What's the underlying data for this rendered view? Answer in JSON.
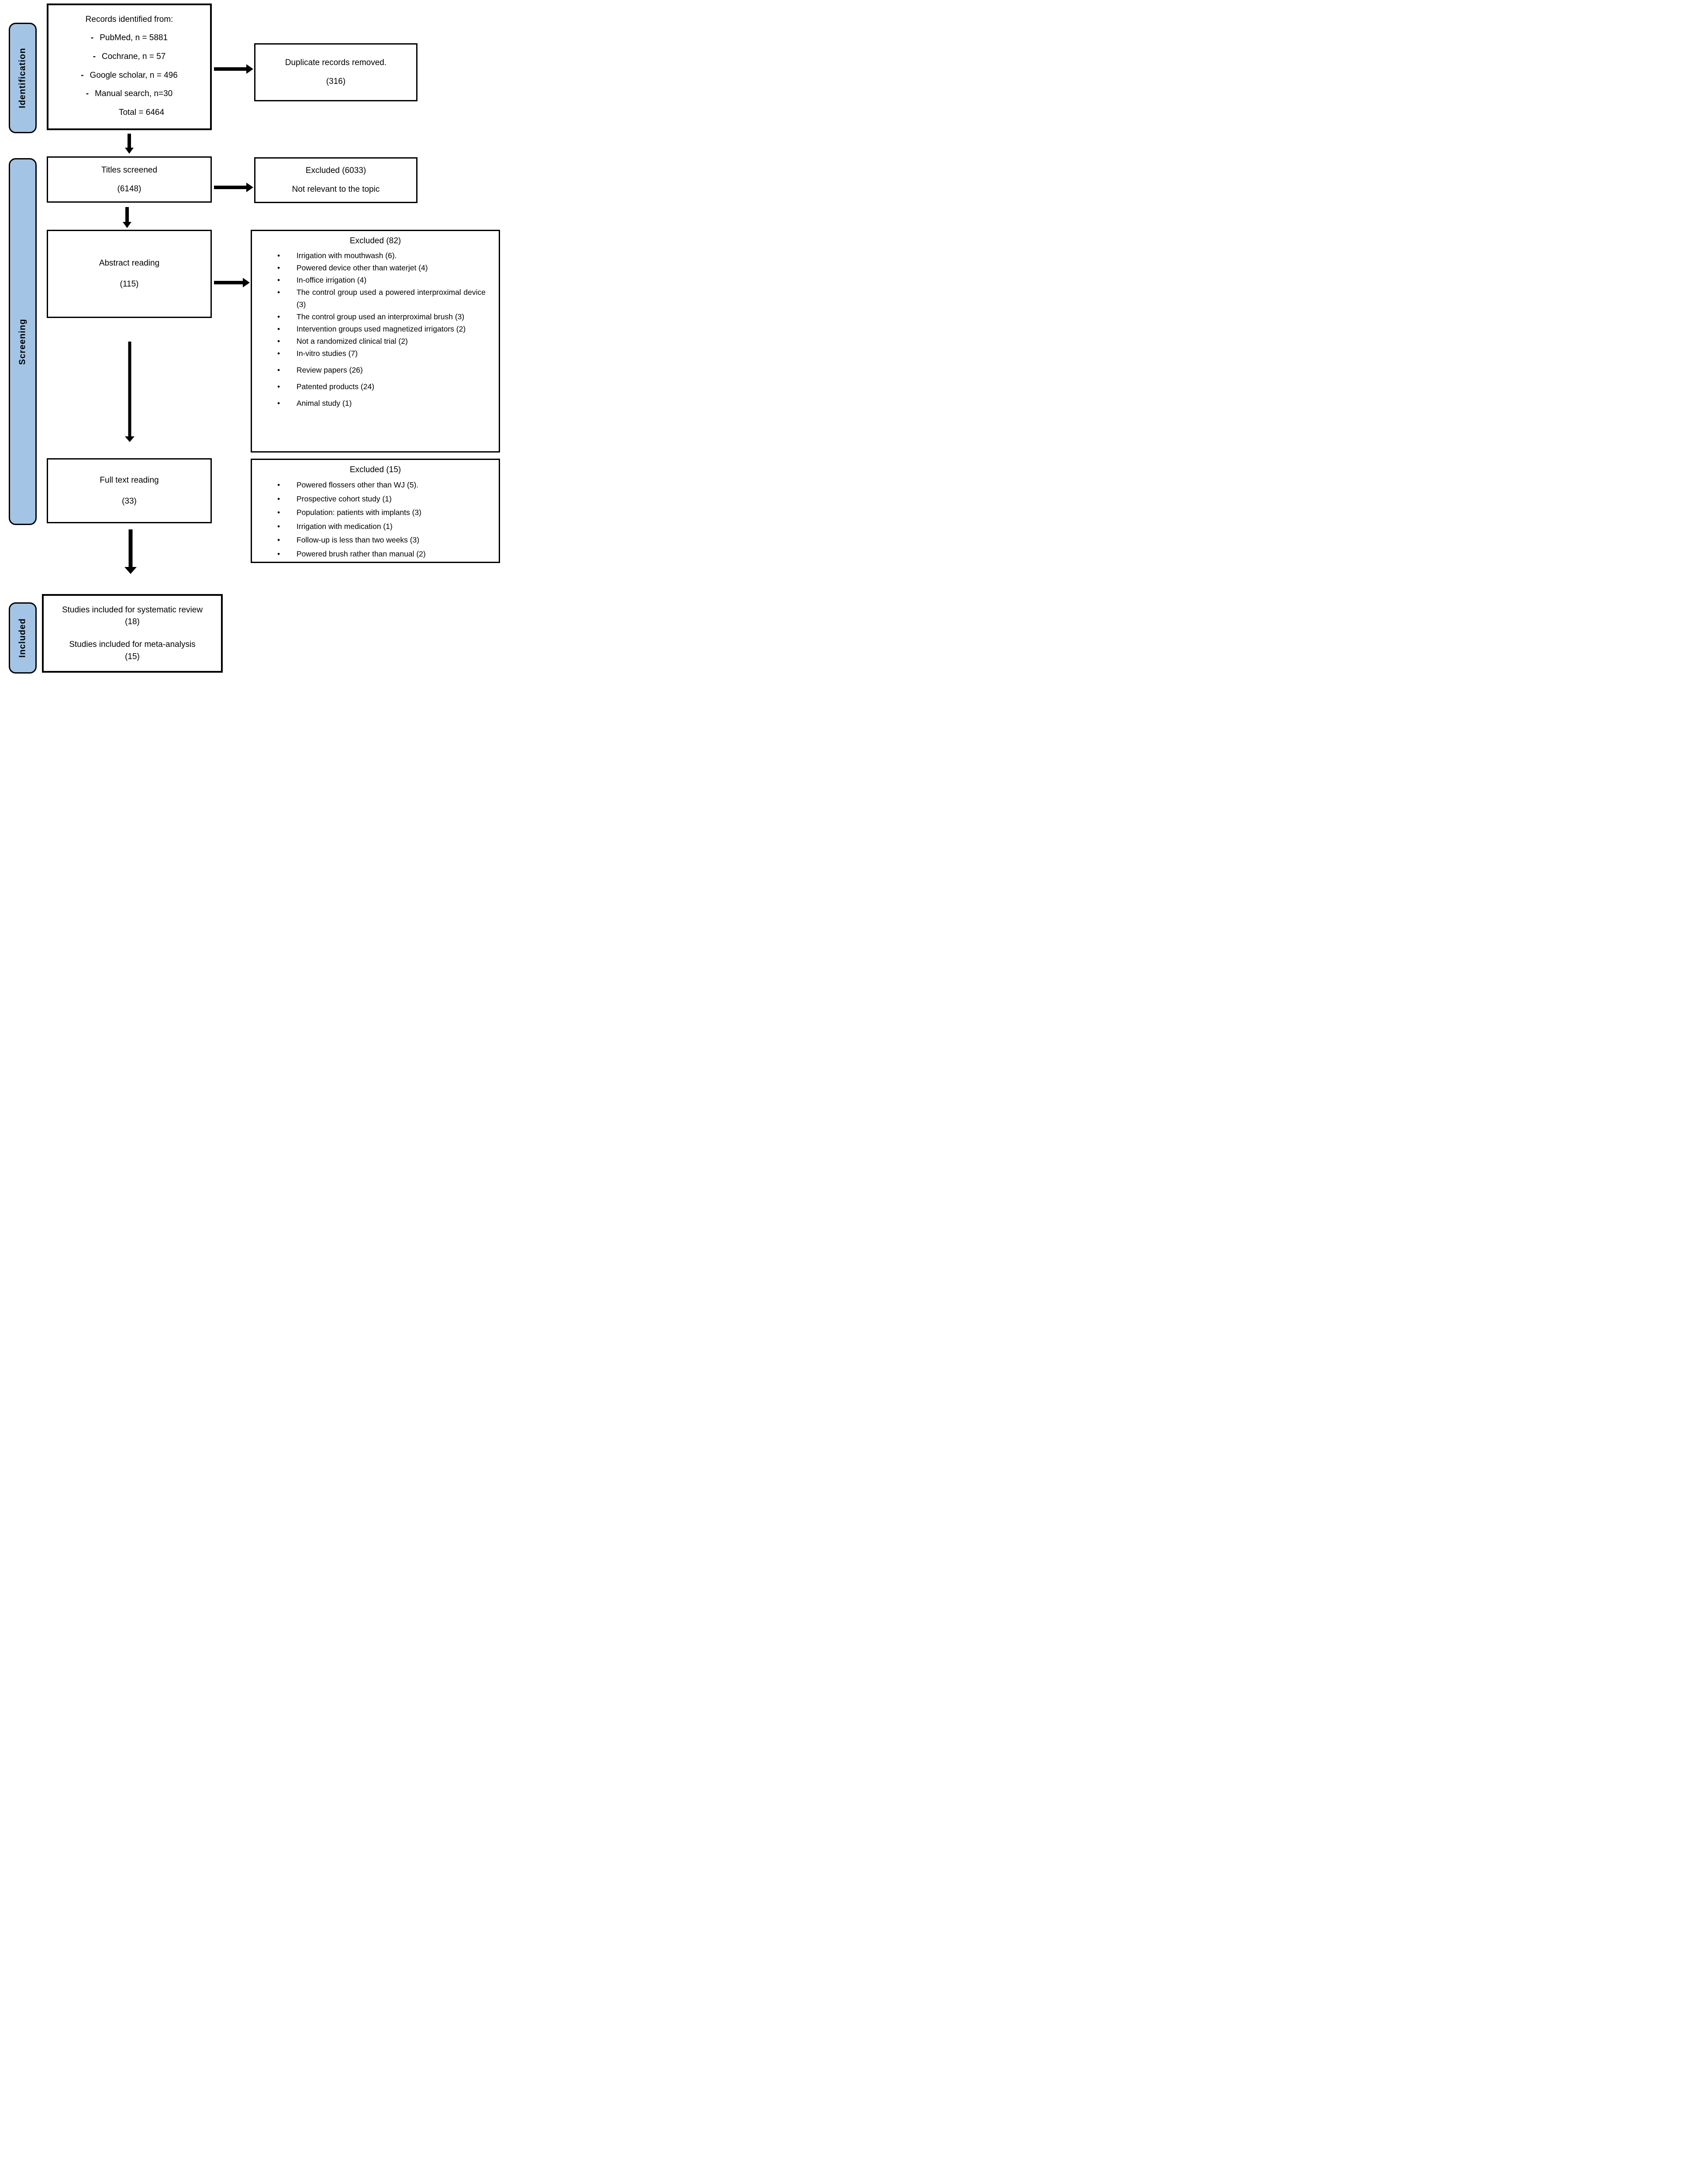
{
  "diagram": {
    "stages": [
      {
        "label": "Identification"
      },
      {
        "label": "Screening"
      },
      {
        "label": "Included"
      }
    ],
    "records_box": {
      "title": "Records identified from:",
      "items": [
        "PubMed, n = 5881",
        "Cochrane, n = 57",
        "Google scholar, n = 496",
        "Manual search, n=30"
      ],
      "total": "Total = 6464"
    },
    "duplicates_box": {
      "line1": "Duplicate records removed.",
      "line2": "(316)"
    },
    "titles_box": {
      "line1": "Titles screened",
      "line2": "(6148)"
    },
    "excluded_titles_box": {
      "line1": "Excluded (6033)",
      "line2": "Not relevant to the topic"
    },
    "abstract_box": {
      "line1": "Abstract reading",
      "line2": "(115)"
    },
    "excluded_abstract_box": {
      "title": "Excluded (82)",
      "items": [
        "Irrigation with mouthwash (6).",
        "Powered device other than waterjet (4)",
        "In-office irrigation (4)",
        "The control group used a powered interproximal device (3)",
        "The control group used an interproximal brush (3)",
        "Intervention groups used magnetized irrigators (2)",
        "Not a randomized clinical trial (2)",
        "In-vitro studies (7)",
        "Review papers (26)",
        "Patented products (24)",
        "Animal study (1)"
      ]
    },
    "fulltext_box": {
      "line1": "Full text reading",
      "line2": "(33)"
    },
    "excluded_fulltext_box": {
      "title": "Excluded (15)",
      "items": [
        "Powered flossers other than WJ (5).",
        "Prospective cohort study (1)",
        "Population: patients with implants (3)",
        "Irrigation with medication (1)",
        "Follow-up is less than two weeks (3)",
        "Powered brush rather than manual (2)"
      ]
    },
    "included_box": {
      "line1": "Studies included for systematic review (18)",
      "line2": "Studies included for meta-analysis (15)"
    }
  },
  "colors": {
    "stage_fill": "#A3C4E5",
    "line_color": "#000000",
    "box_background": "#FFFFFF",
    "text_color": "#000000"
  }
}
